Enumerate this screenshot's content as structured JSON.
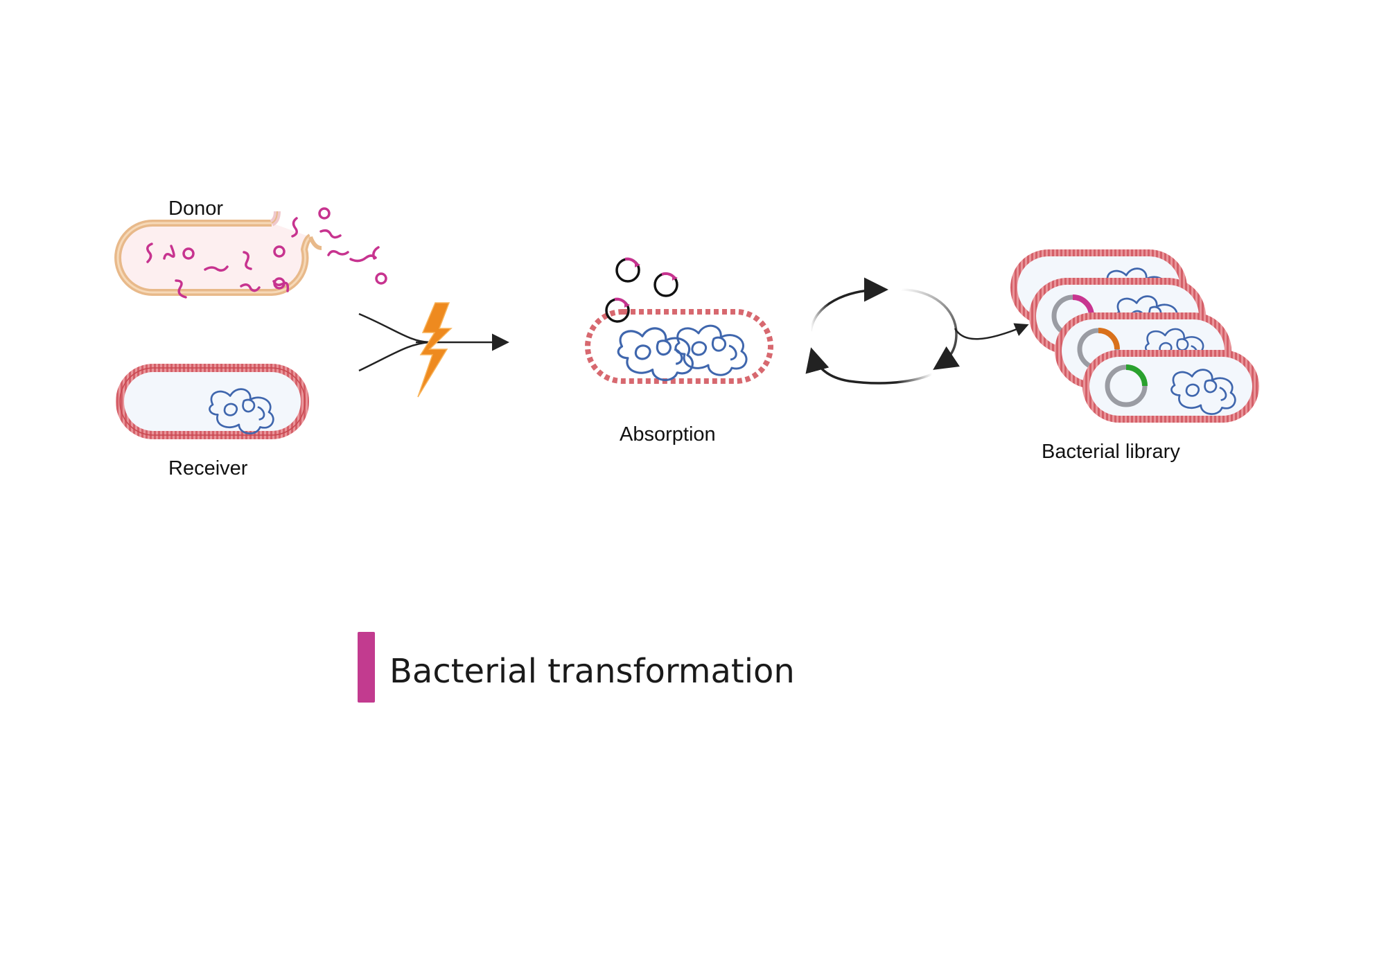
{
  "labels": {
    "donor": "Donor",
    "receiver": "Receiver",
    "absorption": "Absorption",
    "library": "Bacterial library"
  },
  "title": "Bacterial transformation",
  "colors": {
    "dna_magenta": "#c7338f",
    "membrane_red": "#d7686f",
    "donor_orange": "#e8b98a",
    "donor_fill": "#fdeff0",
    "cell_fill": "#f3f7fc",
    "chromosome_blue": "#3f66ad",
    "lightning_orange": "#ee8a1f",
    "plasmid_gray": "#9a9ca3",
    "gene_magenta": "#c83590",
    "gene_orange": "#d9711b",
    "gene_green": "#2aa12e",
    "title_bar": "#c23b8f"
  },
  "icons": [
    "lightning-bolt-icon",
    "cycle-arrows-icon",
    "plasmid-icon",
    "chromosome-icon"
  ]
}
